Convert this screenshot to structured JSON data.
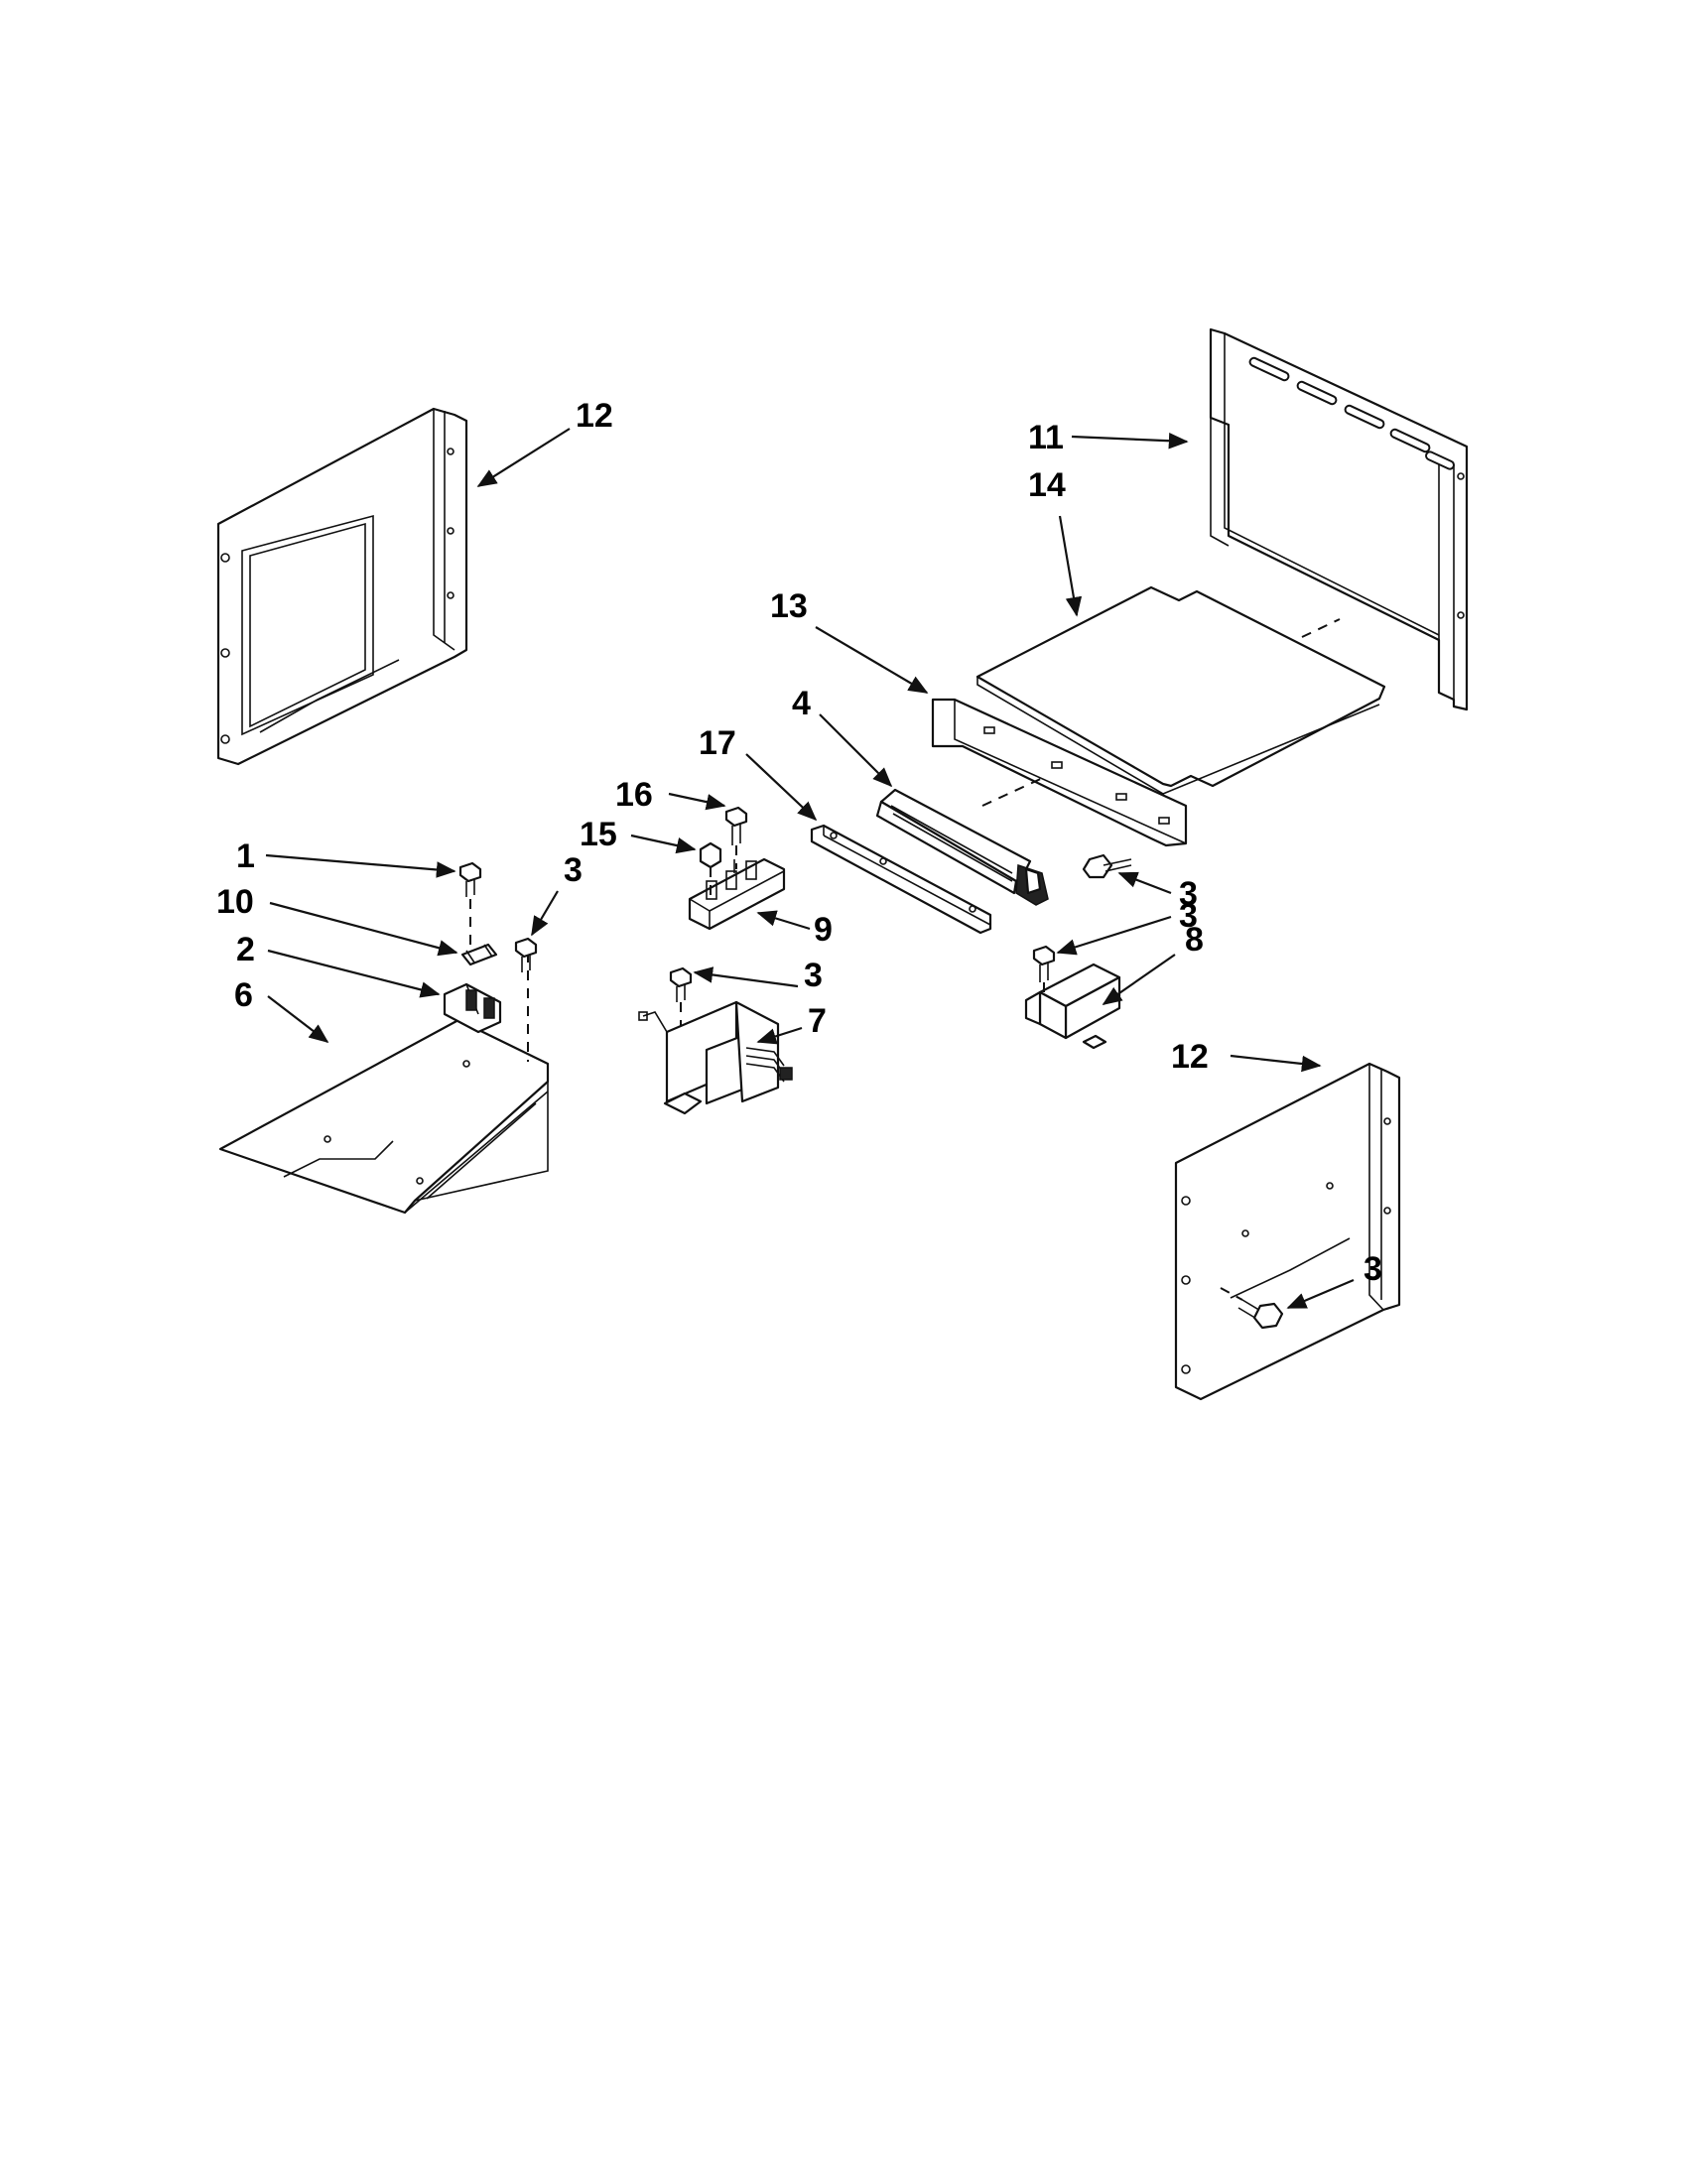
{
  "callouts": [
    {
      "label": "1"
    },
    {
      "label": "2"
    },
    {
      "label": "3"
    },
    {
      "label": "3"
    },
    {
      "label": "3"
    },
    {
      "label": "3"
    },
    {
      "label": "3"
    },
    {
      "label": "4"
    },
    {
      "label": "6"
    },
    {
      "label": "7"
    },
    {
      "label": "8"
    },
    {
      "label": "9"
    },
    {
      "label": "10"
    },
    {
      "label": "11"
    },
    {
      "label": "12"
    },
    {
      "label": "12"
    },
    {
      "label": "13"
    },
    {
      "label": "14"
    },
    {
      "label": "15"
    },
    {
      "label": "16"
    },
    {
      "label": "17"
    }
  ],
  "colors": {
    "ink": "#111111",
    "background": "#ffffff"
  }
}
